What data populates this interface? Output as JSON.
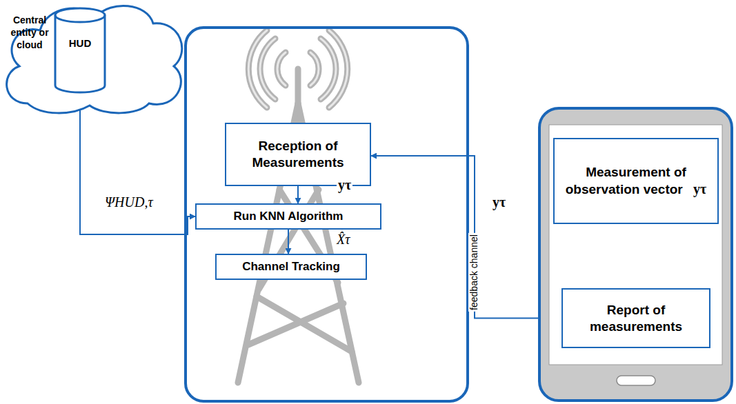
{
  "diagram": {
    "nodes": [
      {
        "text": [
          "Central entity or cloud"
        ]
      },
      {
        "text": [
          "HUD"
        ],
        "in": 0
      },
      {
        "text": []
      },
      {
        "text": [
          "Reception of Measurements"
        ],
        "in": 2
      },
      {
        "text": [
          "Run KNN Algorithm"
        ],
        "in": 2
      },
      {
        "text": [
          "Channel Tracking"
        ],
        "in": 2
      },
      {
        "text": []
      },
      {
        "text": [
          "Measurement of observation vector",
          "yτ"
        ],
        "in": 6
      },
      {
        "text": [
          "Report of measurements"
        ],
        "in": 6
      }
    ],
    "edges": [
      {
        "from": 1,
        "to": 4,
        "arrow": "to",
        "label": "ΨHUD,τ"
      },
      {
        "from": 3,
        "to": 4,
        "arrow": "to",
        "label": "yτ"
      },
      {
        "from": 4,
        "to": 5,
        "arrow": "to",
        "label": "X̂τ"
      },
      {
        "from": 7,
        "to": 8,
        "arrow": "to"
      },
      {
        "from": 8,
        "to": 3,
        "arrow": "to",
        "label": "feedback channel"
      }
    ],
    "labels": [
      "yτ"
    ]
  }
}
